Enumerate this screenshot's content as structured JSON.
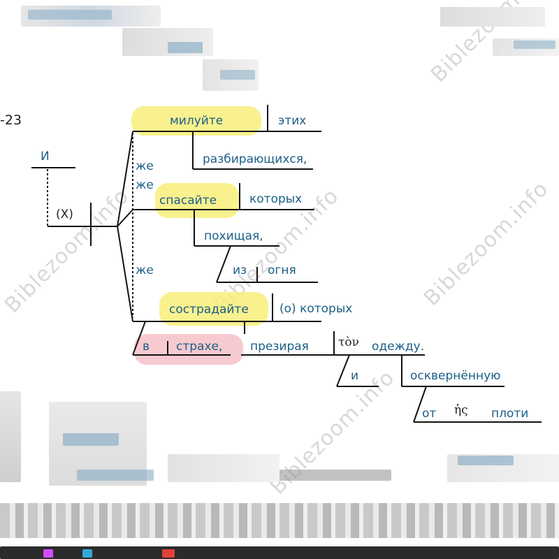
{
  "watermark": "Biblezoom.info",
  "verse_ref": "-23",
  "labels": {
    "i": "И",
    "x": "(X)",
    "zhe1": "же",
    "zhe2": "же",
    "zhe3": "же",
    "miluyte": "милуйте",
    "etih": "этих",
    "razbirayushchikhsya": "разбирающихся,",
    "spasayte": "спасайте",
    "kotoryh1": "которых",
    "pokhishchaya": "похищая,",
    "iz": "из",
    "ognya": "огня",
    "sostradayte": "сострадайте",
    "o_kotoryh": "(о) которых",
    "v": "в",
    "strakhe": "страхе,",
    "prezira": "презирая",
    "greek_ton": "τὸν",
    "odezhdu": "одежду.",
    "i2": "и",
    "oskvernennuyu": "осквернённую",
    "ot": "от",
    "greek_tes": "ἡς",
    "ploti": "плоти"
  },
  "colors": {
    "text": "#1b5e86",
    "highlight_verb": "#f7ee7a",
    "highlight_phrase": "#f6c1c8",
    "lines": "#111111"
  }
}
